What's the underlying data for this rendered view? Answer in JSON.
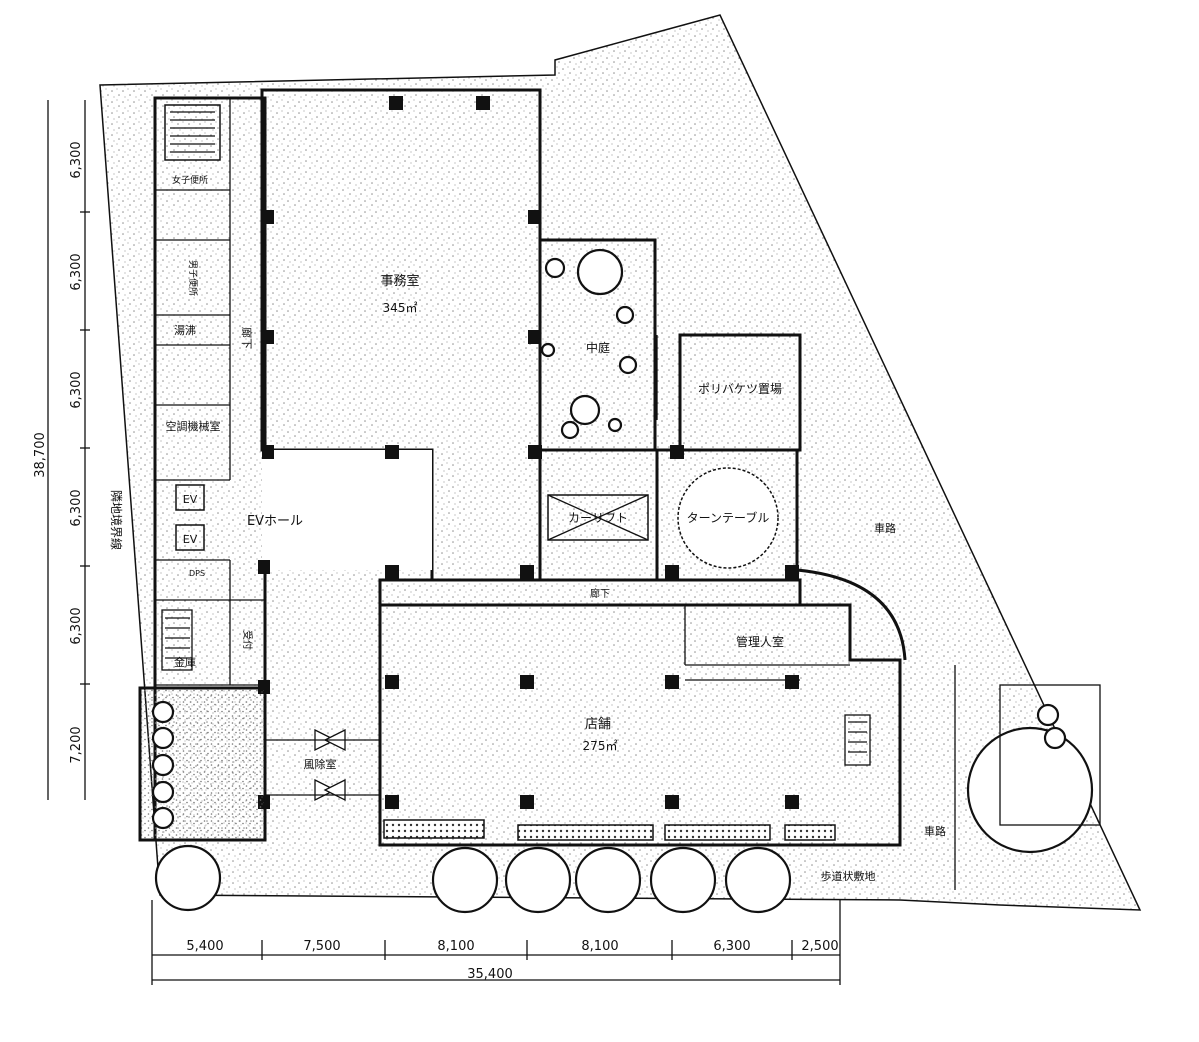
{
  "rooms": {
    "office": "事務室",
    "office_area": "345㎡",
    "courtyard": "中庭",
    "poly_area": "ポリバケツ置場",
    "car_lift": "カーリフト",
    "turntable": "ターンテーブル",
    "ev_hall": "EVホール",
    "ev1": "EV",
    "ev2": "EV",
    "mech_room": "空調機械室",
    "hot_water": "湯沸",
    "womens_wc": "女子便所",
    "mens_wc": "男子便所",
    "corridor_left": "廊下",
    "corridor_mid": "廊下",
    "manager_room": "管理人室",
    "shop": "店舗",
    "shop_area": "275㎡",
    "vestibule": "風除室",
    "safe": "金庫",
    "reception": "受付",
    "dps": "DPS",
    "road_right": "車路",
    "road_lower": "車路",
    "sidewalk": "歩道状敷地",
    "boundary": "隣地境界線"
  },
  "dimensions": {
    "left": [
      "6,300",
      "6,300",
      "6,300",
      "6,300",
      "6,300",
      "7,200"
    ],
    "left_total": "38,700",
    "bottom": [
      "5,400",
      "7,500",
      "8,100",
      "8,100",
      "6,300",
      "2,500"
    ],
    "bottom_total": "35,400"
  },
  "colors": {
    "line": "#111111",
    "stipple": "#9a9a9a",
    "background": "#ffffff"
  }
}
